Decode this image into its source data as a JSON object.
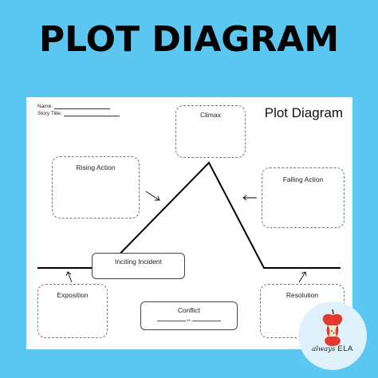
{
  "banner": {
    "title": "PLOT DIAGRAM"
  },
  "worksheet": {
    "name_label": "Name:",
    "story_title_label": "Story Title:",
    "title": "Plot Diagram",
    "boxes": {
      "climax": "Climax",
      "rising_action": "Rising Action",
      "falling_action": "Falling Action",
      "inciting_incident": "Inciting Incident",
      "exposition": "Exposition",
      "resolution": "Resolution",
      "conflict": "Conflict",
      "conflict_vs": "vs."
    }
  },
  "logo": {
    "script_text": "always",
    "brand_text": "ELA",
    "icon": "apple-core-icon"
  },
  "colors": {
    "background": "#5cc8f2",
    "sheet": "#ffffff",
    "logo_circle": "#dff1fb",
    "apple_red": "#e23b2e"
  }
}
